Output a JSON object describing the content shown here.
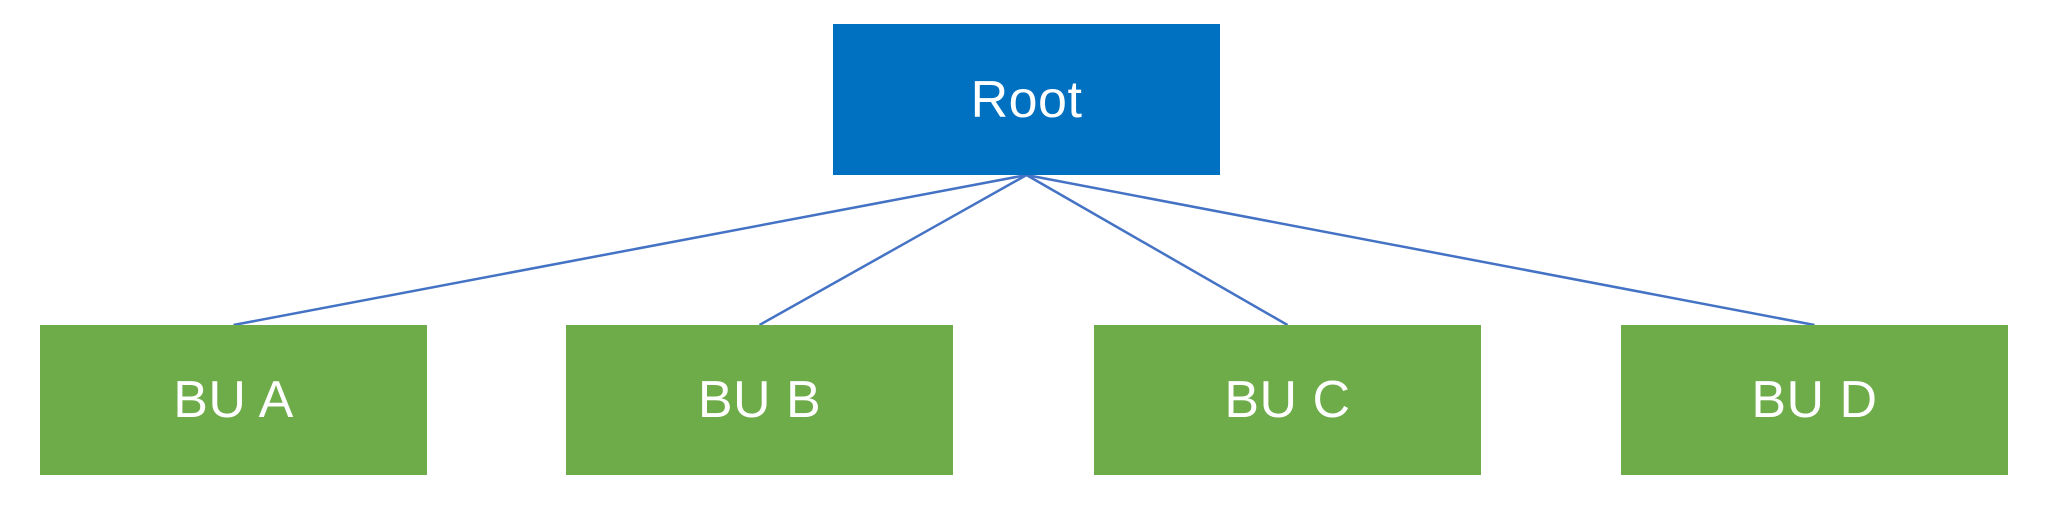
{
  "diagram": {
    "type": "org-chart-tree",
    "background": "#FFFFFF",
    "connector_color": "#4472C4",
    "root": {
      "label": "Root",
      "fill": "#0070C0",
      "text_color": "#FFFFFF"
    },
    "children": [
      {
        "label": "BU A"
      },
      {
        "label": "BU B"
      },
      {
        "label": "BU C"
      },
      {
        "label": "BU D"
      }
    ],
    "child_fill": "#6EAB49",
    "child_text_color": "#FFFFFF"
  }
}
